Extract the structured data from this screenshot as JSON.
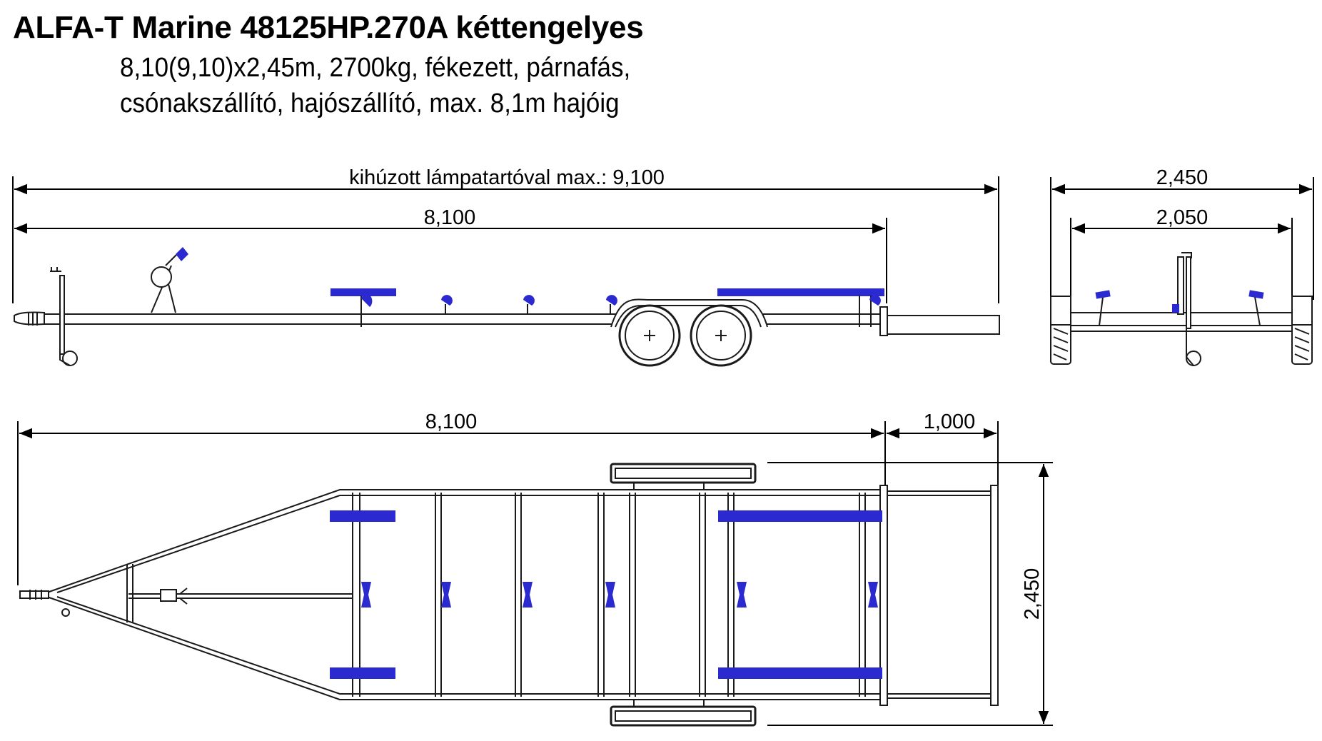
{
  "header": {
    "title": "ALFA-T Marine 48125HP.270A kéttengelyes",
    "subtitle_line1": "8,10(9,10)x2,45m, 2700kg, fékezett, párnafás,",
    "subtitle_line2": "csónakszállító, hajószállító, max. 8,1m hajóig"
  },
  "dimensions": {
    "side_max": "kihúzott lámpatartóval max.: 9,100",
    "side_length": "8,100",
    "front_width": "2,450",
    "front_inner_width": "2,050",
    "top_length": "8,100",
    "top_extension": "1,000",
    "top_width": "2,450"
  },
  "colors": {
    "line": "#1a1a1a",
    "accent": "#2a2ad0"
  }
}
